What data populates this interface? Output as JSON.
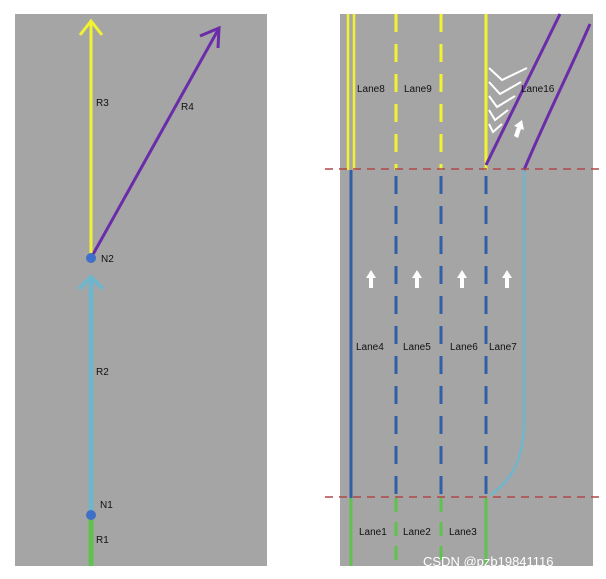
{
  "left_panel": {
    "nodes": [
      "N1",
      "N2"
    ],
    "routes": [
      "R1",
      "R2",
      "R3",
      "R4"
    ]
  },
  "right_panel": {
    "lanes_bottom": [
      "Lane1",
      "Lane2",
      "Lane3"
    ],
    "lanes_middle": [
      "Lane4",
      "Lane5",
      "Lane6",
      "Lane7"
    ],
    "lanes_top": [
      "Lane8",
      "Lane9",
      "Lane16"
    ]
  },
  "watermark": "CSDN @pzb19841116",
  "colors": {
    "background_gray": "#a5a5a5",
    "yellow": "#f2f230",
    "purple": "#6a2ca8",
    "blue": "#2f5fa6",
    "light_blue": "#6fb6cc",
    "green": "#5fc24f",
    "red_dashed": "#b04848",
    "node_blue": "#3f6fc8"
  }
}
